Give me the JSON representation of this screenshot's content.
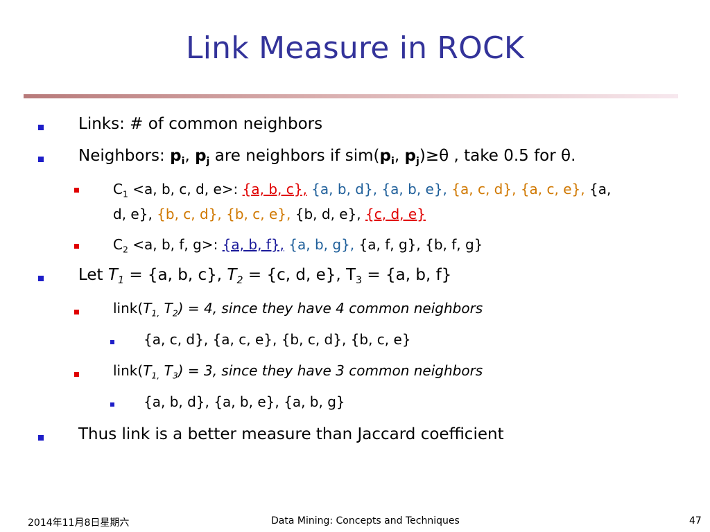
{
  "slide": {
    "title": "Link Measure in ROCK",
    "b1_links": "Links: # of common neighbors",
    "b2": {
      "a": "Neighbors: ",
      "p": "p",
      "i": "i",
      "comma": ", ",
      "j": "j",
      "b": " are neighbors if sim(",
      "c": ")≥θ , take 0.5 for θ."
    },
    "c1": {
      "label": "C",
      "sub": "1",
      "tuple": " <a, b, c, d, e>: ",
      "s1": "{a, b, c},",
      "s2": " {a, b, d}, {a, b, e},",
      "s3": " {a, c, d}, {a, c, e},",
      "s4a": " {a,",
      "s4b": "d, e},",
      "s5": " {b, c, d}, {b, c, e},",
      "s6": " {b, d, e},",
      "s7": "{c, d, e}",
      "sp": " "
    },
    "c2": {
      "label": "C",
      "sub": "2",
      "tuple": " <a, b, f, g>: ",
      "s1": "{a, b, f},",
      "s2": " {a, b, g},",
      "s3": " {a, f, g}, {b, f, g}"
    },
    "let": {
      "pre": "Let ",
      "T": "T",
      "one": "1",
      "eq1": " = {a, b, c}, ",
      "two": "2",
      "eq2": " = {c, d, e}, T",
      "three": "3",
      "eq3": " = {a, b, f}"
    },
    "link12": {
      "pre": "link(",
      "T": "T",
      "one": "1,",
      "sp": " ",
      "two": "2",
      "rest": ") = 4, since they have 4 common neighbors"
    },
    "common12": "{a, c, d}, {a, c, e}, {b, c, d}, {b, c, e}",
    "link13": {
      "pre": "link(",
      "T": "T",
      "one": "1,",
      "sp": " ",
      "three": "3",
      "rest": ") = 3, since they have 3 common neighbors"
    },
    "common13": "{a, b, d}, {a, b, e}, {a, b, g}",
    "thus": "Thus link is a better measure than Jaccard coefficient"
  },
  "footer": {
    "date": "2014年11月8日星期六",
    "center": "Data Mining: Concepts and Techniques",
    "page": "47"
  },
  "colors": {
    "title": "#33339a",
    "bullet1": "#1e1ec8",
    "bullet2": "#e00000",
    "red_set": "#e00000",
    "blue_set": "#1f5f9a",
    "orange_set": "#d07800"
  }
}
